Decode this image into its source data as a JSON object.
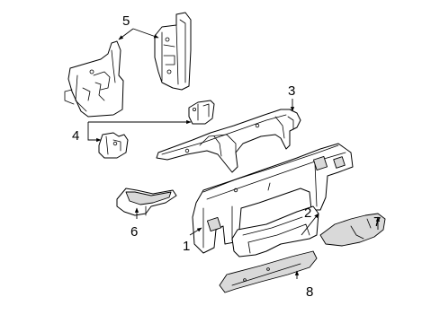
{
  "diagram": {
    "callouts": [
      {
        "id": "1",
        "text": "1"
      },
      {
        "id": "2",
        "text": "2"
      },
      {
        "id": "3",
        "text": "3"
      },
      {
        "id": "4",
        "text": "4"
      },
      {
        "id": "5",
        "text": "5"
      },
      {
        "id": "6",
        "text": "6"
      },
      {
        "id": "7",
        "text": "7"
      },
      {
        "id": "8",
        "text": "8"
      }
    ],
    "colors": {
      "line": "#000000",
      "background": "#ffffff",
      "shade": "#d9d9d9"
    }
  }
}
